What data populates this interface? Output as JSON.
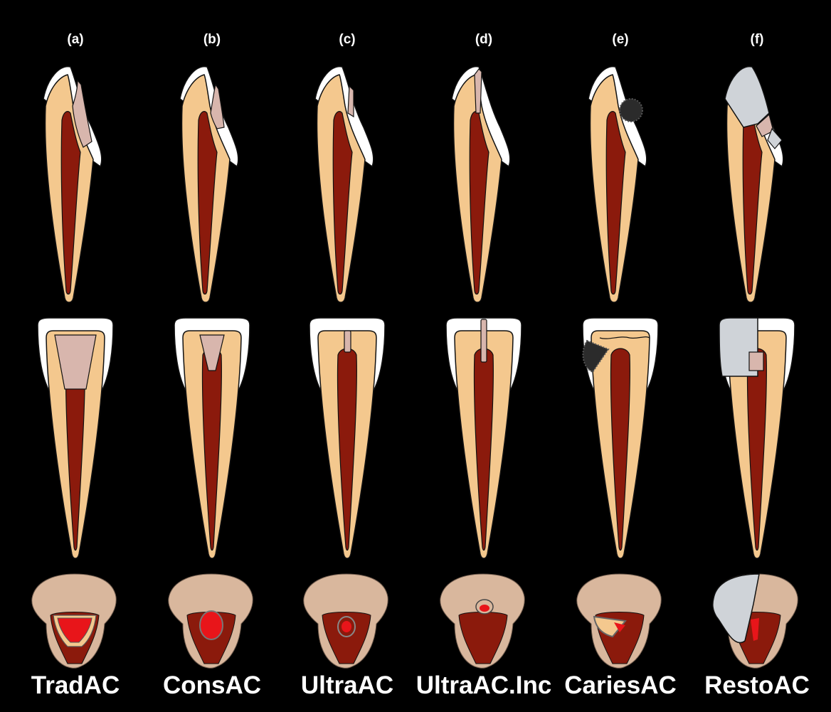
{
  "panels": [
    {
      "letter": "(a)",
      "name": "TradAC",
      "type": "trad"
    },
    {
      "letter": "(b)",
      "name": "ConsAC",
      "type": "cons"
    },
    {
      "letter": "(c)",
      "name": "UltraAC",
      "type": "ultra"
    },
    {
      "letter": "(d)",
      "name": "UltraAC.Inc",
      "type": "inc"
    },
    {
      "letter": "(e)",
      "name": "CariesAC",
      "type": "caries"
    },
    {
      "letter": "(f)",
      "name": "RestoAC",
      "type": "resto"
    }
  ],
  "colors": {
    "background": "#000000",
    "dentin": "#f4c88e",
    "enamel": "#ffffff",
    "pulp": "#8b1a0c",
    "access_cavity": "#d8b6ad",
    "pulp_chamber_exposed": "#e8151a",
    "caries": "#2b2b2b",
    "restoration": "#cfd3d8",
    "occlusal_surface": "#d9b79d"
  }
}
